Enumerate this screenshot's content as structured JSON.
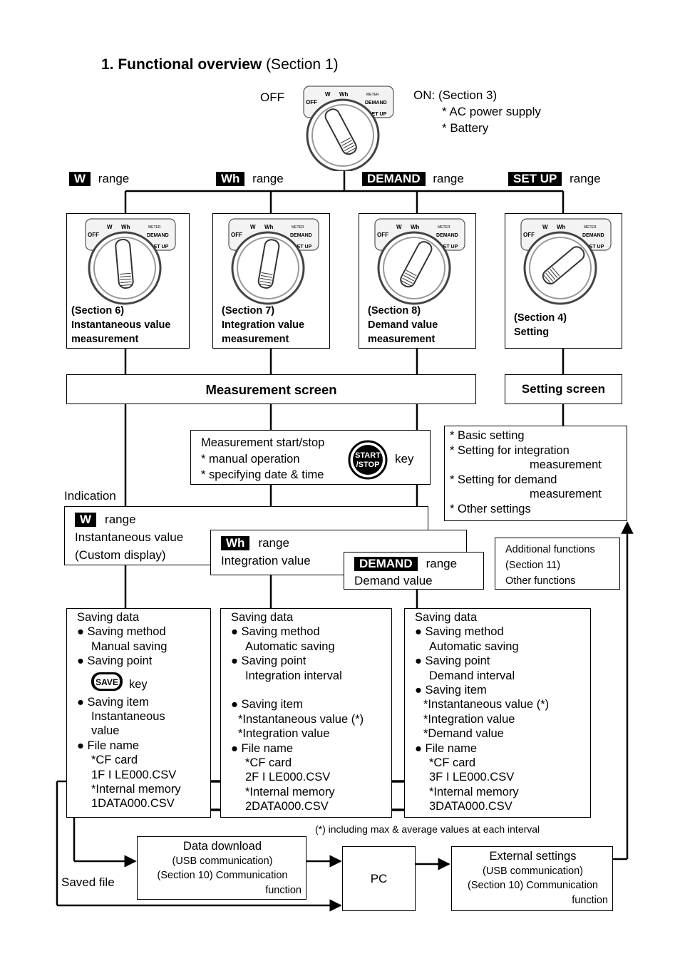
{
  "title": {
    "bold": "1. Functional overview",
    "normal": " (Section 1)"
  },
  "top_dial": {
    "off_label": "OFF",
    "on_lines": [
      "ON: (Section 3)",
      "* AC power supply",
      "* Battery"
    ]
  },
  "dial_face": {
    "off": "OFF",
    "w": "W",
    "wh": "Wh",
    "meter": "METER",
    "demand": "DEMAND",
    "setup": "SET UP"
  },
  "ranges": [
    {
      "tag": "W",
      "suffix": "range"
    },
    {
      "tag": "Wh",
      "suffix": "range"
    },
    {
      "tag": "DEMAND",
      "suffix": "range"
    },
    {
      "tag": "SET UP",
      "suffix": "range"
    }
  ],
  "modes": [
    {
      "lines": [
        "(Section 6)",
        "Instantaneous value",
        "measurement"
      ]
    },
    {
      "lines": [
        "(Section 7)",
        "Integration value",
        "measurement"
      ]
    },
    {
      "lines": [
        "(Section 8)",
        "Demand value",
        "measurement"
      ]
    },
    {
      "lines": [
        "(Section 4)",
        "Setting"
      ]
    }
  ],
  "measurement_screen": "Measurement screen",
  "setting_screen": "Setting screen",
  "start_stop": {
    "lines": [
      "Measurement start/stop",
      "* manual operation",
      "* specifying date & time"
    ],
    "key_glyph_1": "START",
    "key_glyph_2": "/STOP",
    "key_label": "key"
  },
  "settings_list": [
    "* Basic setting",
    "* Setting for integration",
    "measurement",
    "* Setting for demand",
    "measurement",
    "* Other settings"
  ],
  "indication_label": "Indication",
  "indications": {
    "w": {
      "tag": "W",
      "suffix": "range",
      "lines": [
        "Instantaneous value",
        "(Custom display)"
      ]
    },
    "wh": {
      "tag": "Wh",
      "suffix": "range",
      "lines": [
        "Integration value"
      ]
    },
    "demand": {
      "tag": "DEMAND",
      "suffix": "range",
      "lines": [
        "Demand value"
      ]
    }
  },
  "additional": [
    "Additional functions",
    "(Section 11)",
    "Other functions"
  ],
  "saving": [
    {
      "lines": [
        "Saving data",
        "● Saving method",
        "Manual saving",
        "● Saving point"
      ],
      "key_glyph": "SAVE",
      "key_label": "key",
      "lines2": [
        "● Saving item",
        "Instantaneous",
        "value",
        "● File name",
        "*CF card",
        "1F I LE000.CSV",
        "*Internal memory",
        "1DATA000.CSV"
      ]
    },
    {
      "lines": [
        "Saving data",
        "● Saving method",
        "Automatic saving",
        "● Saving point",
        "Integration interval",
        "",
        "● Saving item",
        "*Instantaneous value (*)",
        "*Integration value",
        "● File name",
        "*CF card",
        "2F I LE000.CSV",
        "*Internal memory",
        "2DATA000.CSV"
      ]
    },
    {
      "lines": [
        "Saving data",
        "● Saving method",
        "Automatic saving",
        "● Saving point",
        "Demand interval",
        "● Saving item",
        "*Instantaneous value (*)",
        "*Integration value",
        "*Demand value",
        "● File name",
        "*CF card",
        "3F I LE000.CSV",
        "*Internal memory",
        "3DATA000.CSV"
      ]
    }
  ],
  "footnote": "(*) including max & average values at each interval",
  "download": {
    "lines": [
      "Data download",
      "(USB communication)",
      "(Section 10) Communication",
      "function"
    ]
  },
  "pc": "PC",
  "external": {
    "lines": [
      "External settings",
      "(USB communication)",
      "(Section 10) Communication",
      "function"
    ]
  },
  "saved_file": "Saved file"
}
